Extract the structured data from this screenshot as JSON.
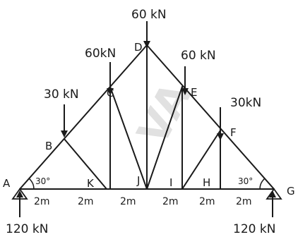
{
  "loads": {
    "top_d": "60 kN",
    "d_left": "60kN",
    "e_right": "60 kN",
    "c_left": "30 kN",
    "f_right": "30kN"
  },
  "reactions": {
    "left": "120 kN",
    "right": "120 kN"
  },
  "nodes": {
    "a": "A",
    "b": "B",
    "c": "C",
    "d": "D",
    "e": "E",
    "f": "F",
    "k": "K",
    "j": "J",
    "i": "I",
    "h": "H",
    "g": "G"
  },
  "angles": {
    "left": "30°",
    "right": "30°"
  },
  "spans": [
    "2m",
    "2m",
    "2m",
    "2m",
    "2m",
    "2m"
  ],
  "watermark": {
    "text": "VA"
  }
}
